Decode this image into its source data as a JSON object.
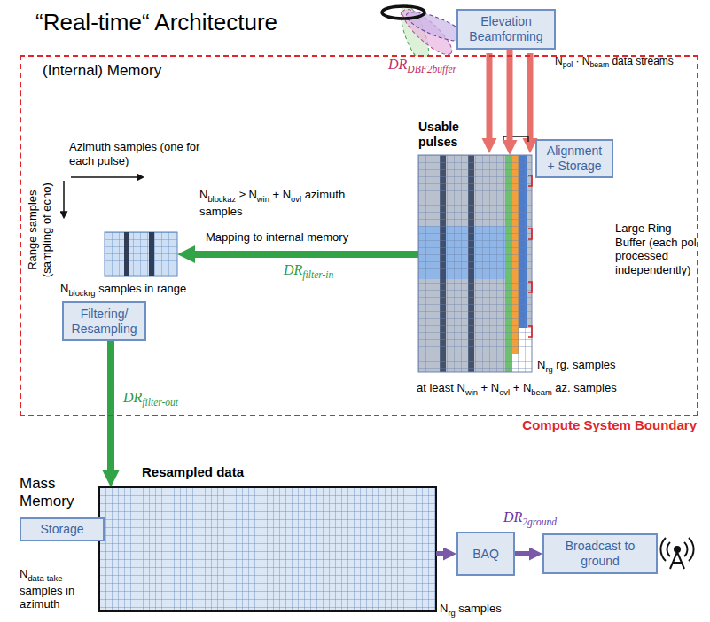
{
  "diagram": {
    "title": "“Real-time“ Architecture",
    "nodes": [
      {
        "text": [
          "Elevation Beamforming"
        ]
      },
      {
        "text": [
          "(Internal) Memory",
          "Compute System Boundary"
        ]
      },
      {
        "text": [
          "Usable pulses"
        ],
        "in": 1
      },
      {
        "text": [
          "Alignment + Storage"
        ],
        "in": 1
      },
      {
        "text": [
          "Nblockrg samples in range"
        ],
        "in": 1
      },
      {
        "text": [
          "Filtering/ Resampling"
        ],
        "in": 1
      },
      {
        "text": [
          "Resampled data"
        ]
      },
      {
        "text": [
          "Storage"
        ]
      },
      {
        "text": [
          "BAQ"
        ]
      },
      {
        "text": [
          "Broadcast to ground"
        ]
      }
    ],
    "edges": [
      {
        "from": 0,
        "to": 2,
        "arrow": "to",
        "label": "DRDBF2buffer"
      },
      {
        "from": 2,
        "to": 4,
        "arrow": "to",
        "label": "DRfilter-in"
      },
      {
        "from": 5,
        "to": 6,
        "arrow": "to",
        "label": "DRfilter-out"
      },
      {
        "from": 6,
        "to": 8,
        "arrow": "to"
      },
      {
        "from": 8,
        "to": 9,
        "arrow": "to",
        "label": "DR2ground"
      }
    ],
    "labels": [
      "Npol · Nbeam data streams",
      "Azimuth samples (one for each pulse)",
      "Nblockaz ≥ Nwin + Novl azimuth samples",
      "Range samples (sampling of echo)",
      "Mapping to internal memory",
      "Large Ring Buffer (each pol processed independently)",
      "Nrg rg. samples",
      "at least Nwin + Novl + Nbeam az. samples",
      "Mass Memory",
      "Ndata-take samples in azimuth",
      "Nrg samples"
    ]
  }
}
